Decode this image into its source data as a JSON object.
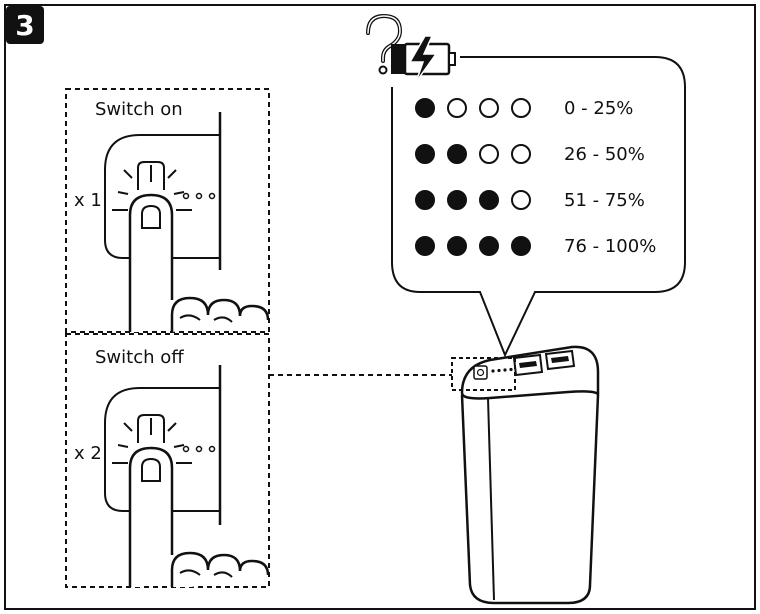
{
  "step": {
    "number": "3"
  },
  "switch_on": {
    "label": "Switch on",
    "press_count": "x 1"
  },
  "switch_off": {
    "label": "Switch off",
    "press_count": "x 2"
  },
  "battery_levels": {
    "rows": [
      {
        "filled": 1,
        "label": "0 - 25%"
      },
      {
        "filled": 2,
        "label": "26 - 50%"
      },
      {
        "filled": 3,
        "label": "51 - 75%"
      },
      {
        "filled": 4,
        "label": "76 - 100%"
      }
    ]
  },
  "icons": {
    "help": "question-mark-icon",
    "charge": "battery-charging-icon",
    "button_glyph": "power-button-icon"
  },
  "colors": {
    "ink": "#111111",
    "background": "#ffffff"
  }
}
